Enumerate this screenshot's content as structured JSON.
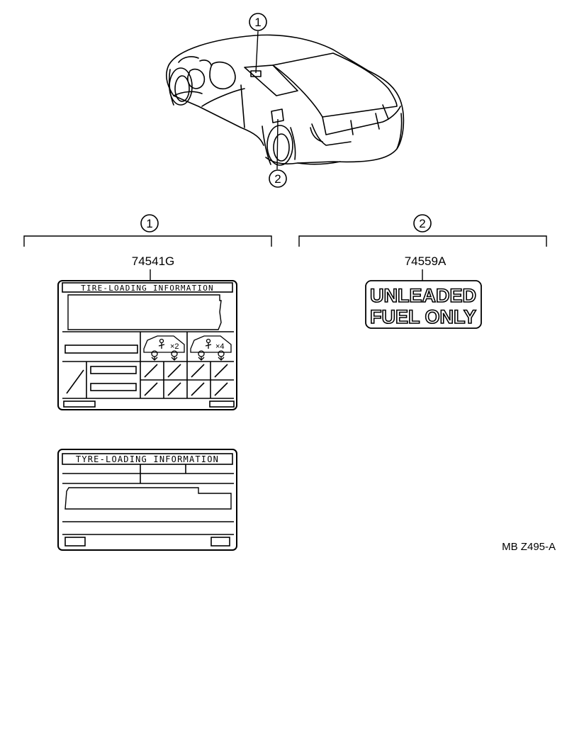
{
  "callouts": {
    "one": "1",
    "two": "2"
  },
  "groups": {
    "group1": {
      "number": "1",
      "part_number": "74541G"
    },
    "group2": {
      "number": "2",
      "part_number": "74559A"
    }
  },
  "labels": {
    "tire_label": {
      "title": "TIRE-LOADING INFORMATION",
      "icon_a_text": "×2",
      "icon_b_text": "×4"
    },
    "tyre_label": {
      "title": "TYRE-LOADING INFORMATION"
    },
    "fuel_label": {
      "line1": "UNLEADED",
      "line2": "FUEL ONLY"
    }
  },
  "diagram_code": "MB Z495-A",
  "colors": {
    "ink": "#000000",
    "paper": "#ffffff"
  }
}
